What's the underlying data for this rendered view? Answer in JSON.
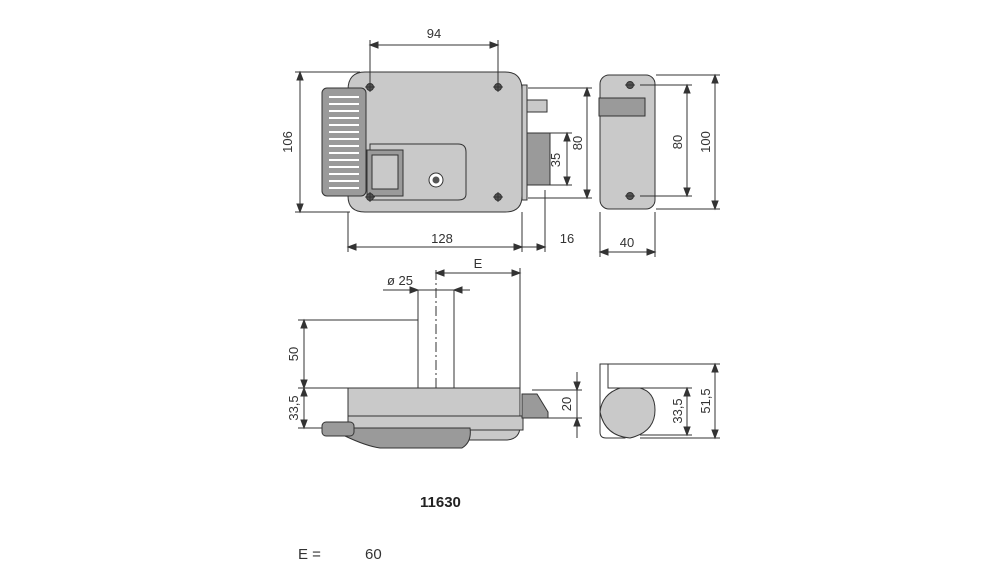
{
  "front_view": {
    "dim_top": "94",
    "dim_left": "106",
    "dim_bolt_35": "35",
    "dim_bolt_80": "80",
    "dim_bottom_128": "128",
    "dim_bottom_16": "16"
  },
  "side_view": {
    "dim_80": "80",
    "dim_100": "100",
    "dim_bottom_40": "40"
  },
  "bottom_view": {
    "dim_cylinder": "ø 25",
    "dim_e": "E",
    "dim_50": "50",
    "dim_33_5": "33,5",
    "dim_20": "20"
  },
  "end_view": {
    "dim_33_5": "33,5",
    "dim_51_5": "51,5"
  },
  "model_number": "11630",
  "e_label": "E =",
  "e_value": "60",
  "colors": {
    "body_fill": "#c9c9c9",
    "dark_fill": "#9a9a9a",
    "line": "#333333"
  }
}
